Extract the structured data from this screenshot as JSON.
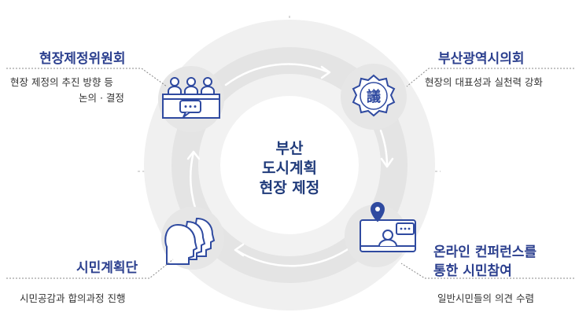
{
  "center": {
    "lines": [
      "부산",
      "도시계획",
      "현장 제정"
    ]
  },
  "nodes": {
    "top_left": {
      "title": "현장제정위원회",
      "desc_lines": [
        "현장 제정의 추진 방향 등",
        "논의 · 결정"
      ],
      "icon": "committee-meeting-icon"
    },
    "top_right": {
      "title": "부산광역시의회",
      "desc_lines": [
        "현장의 대표성과 실천력 강화"
      ],
      "icon": "council-emblem-icon",
      "emblem_char": "議"
    },
    "bottom_right": {
      "title_lines": [
        "온라인 컨퍼런스를",
        "통한 시민참여"
      ],
      "desc_lines": [
        "일반시민들의 의견 수렴"
      ],
      "icon": "online-conference-icon"
    },
    "bottom_left": {
      "title": "시민계획단",
      "desc_lines": [
        "시민공감과 합의과정 진행"
      ],
      "icon": "citizens-group-icon"
    }
  },
  "colors": {
    "navy": "#2b3f8e",
    "icon_blue": "#2f4aa0",
    "ring": "#eeeeee",
    "circle_bg": "#e2e2e2",
    "center_fill": "#ffffff",
    "arrow": "#ffffff",
    "guide": "#aaaaaa"
  }
}
